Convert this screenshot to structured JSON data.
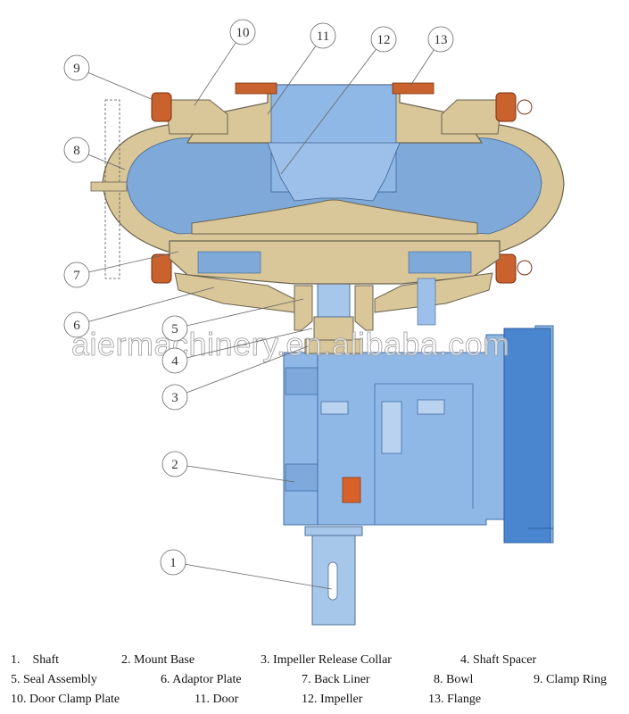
{
  "colors": {
    "casing": "#d9c79a",
    "casing_stroke": "#6b6350",
    "fluid": "#7ea9d8",
    "frame": "#8fb8e6",
    "frame_dark": "#4a86cf",
    "clamp": "#c9622c",
    "shaft": "#a7c7ea"
  },
  "watermark": "aiermachinery.en.alibaba.com",
  "callouts": [
    {
      "id": "1",
      "label": "1"
    },
    {
      "id": "2",
      "label": "2"
    },
    {
      "id": "3",
      "label": "3"
    },
    {
      "id": "4",
      "label": "4"
    },
    {
      "id": "5",
      "label": "5"
    },
    {
      "id": "6",
      "label": "6"
    },
    {
      "id": "7",
      "label": "7"
    },
    {
      "id": "8",
      "label": "8"
    },
    {
      "id": "9",
      "label": "9"
    },
    {
      "id": "10",
      "label": "10"
    },
    {
      "id": "11",
      "label": "11"
    },
    {
      "id": "12",
      "label": "12"
    },
    {
      "id": "13",
      "label": "13"
    }
  ],
  "legend": [
    {
      "num": "1.",
      "name": "Shaft"
    },
    {
      "num": "2.",
      "name": "Mount Base"
    },
    {
      "num": "3.",
      "name": "Impeller Release Collar"
    },
    {
      "num": "4.",
      "name": "Shaft Spacer"
    },
    {
      "num": "5.",
      "name": "Seal Assembly"
    },
    {
      "num": "6.",
      "name": "Adaptor Plate"
    },
    {
      "num": "7.",
      "name": "Back Liner"
    },
    {
      "num": "8.",
      "name": "Bowl"
    },
    {
      "num": "9.",
      "name": "Clamp Ring"
    },
    {
      "num": "10.",
      "name": "Door Clamp Plate"
    },
    {
      "num": "11.",
      "name": "Door"
    },
    {
      "num": "12.",
      "name": "Impeller"
    },
    {
      "num": "13.",
      "name": "Flange"
    }
  ]
}
